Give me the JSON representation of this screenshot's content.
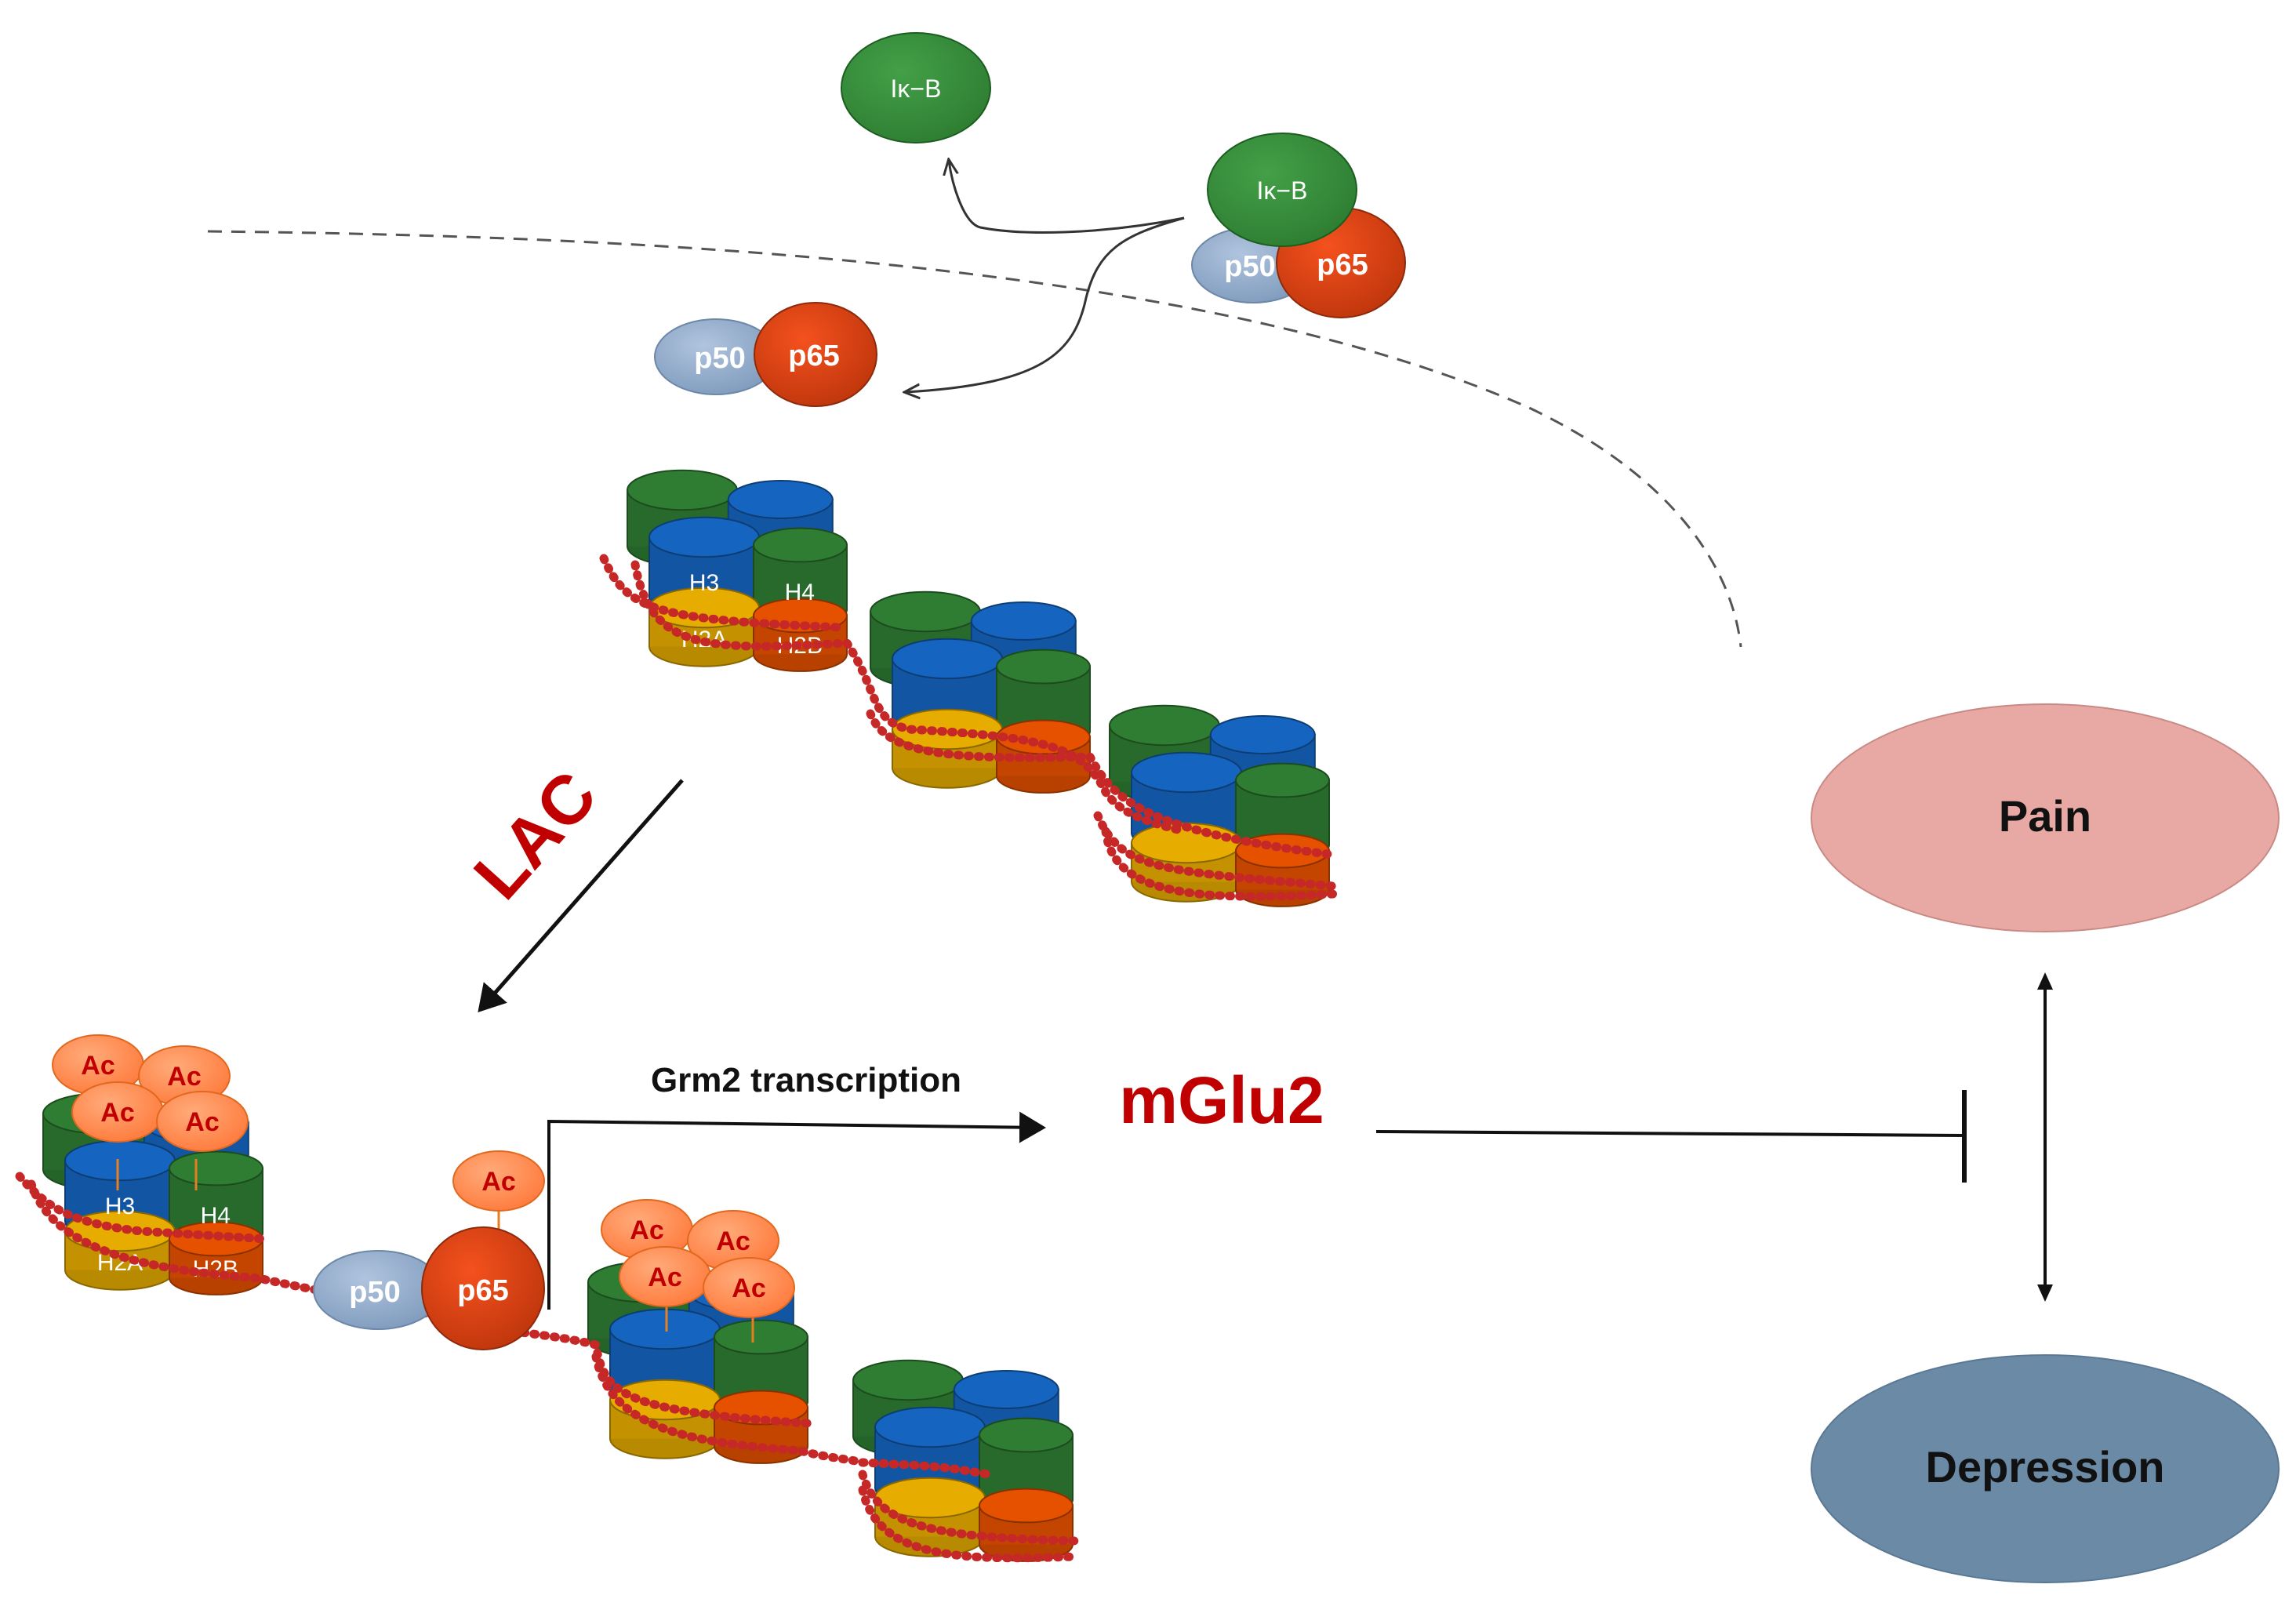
{
  "colors": {
    "green": "#2e7d32",
    "blue": "#1565c0",
    "yellow": "#e6ac00",
    "orange": "#e65100",
    "p50": "#90a4c8",
    "p65": "#d84315",
    "ac": "#ff8a50",
    "dna": "#c62828",
    "pain": "#e8a4a0",
    "depression": "#6a8aa5",
    "accent_red": "#c00000"
  },
  "cytoplasm": {
    "free_ikb_label": "Iκ−B",
    "complex_ikb_label": "Iκ−B",
    "complex_p50_label": "p50",
    "complex_p65_label": "p65"
  },
  "nucleus": {
    "nfkb_p50_label": "p50",
    "nfkb_p65_label": "p65"
  },
  "histones": {
    "h3": "H3",
    "h4": "H4",
    "h2a": "H2A",
    "h2b": "H2B"
  },
  "acetylation": {
    "ac_label": "Ac",
    "p50_label": "p50",
    "p65_label": "p65"
  },
  "labels": {
    "lac": "LAC",
    "transcription": "Grm2 transcription",
    "mglu2": "mGlu2"
  },
  "outcomes": {
    "pain": "Pain",
    "depression": "Depression"
  }
}
